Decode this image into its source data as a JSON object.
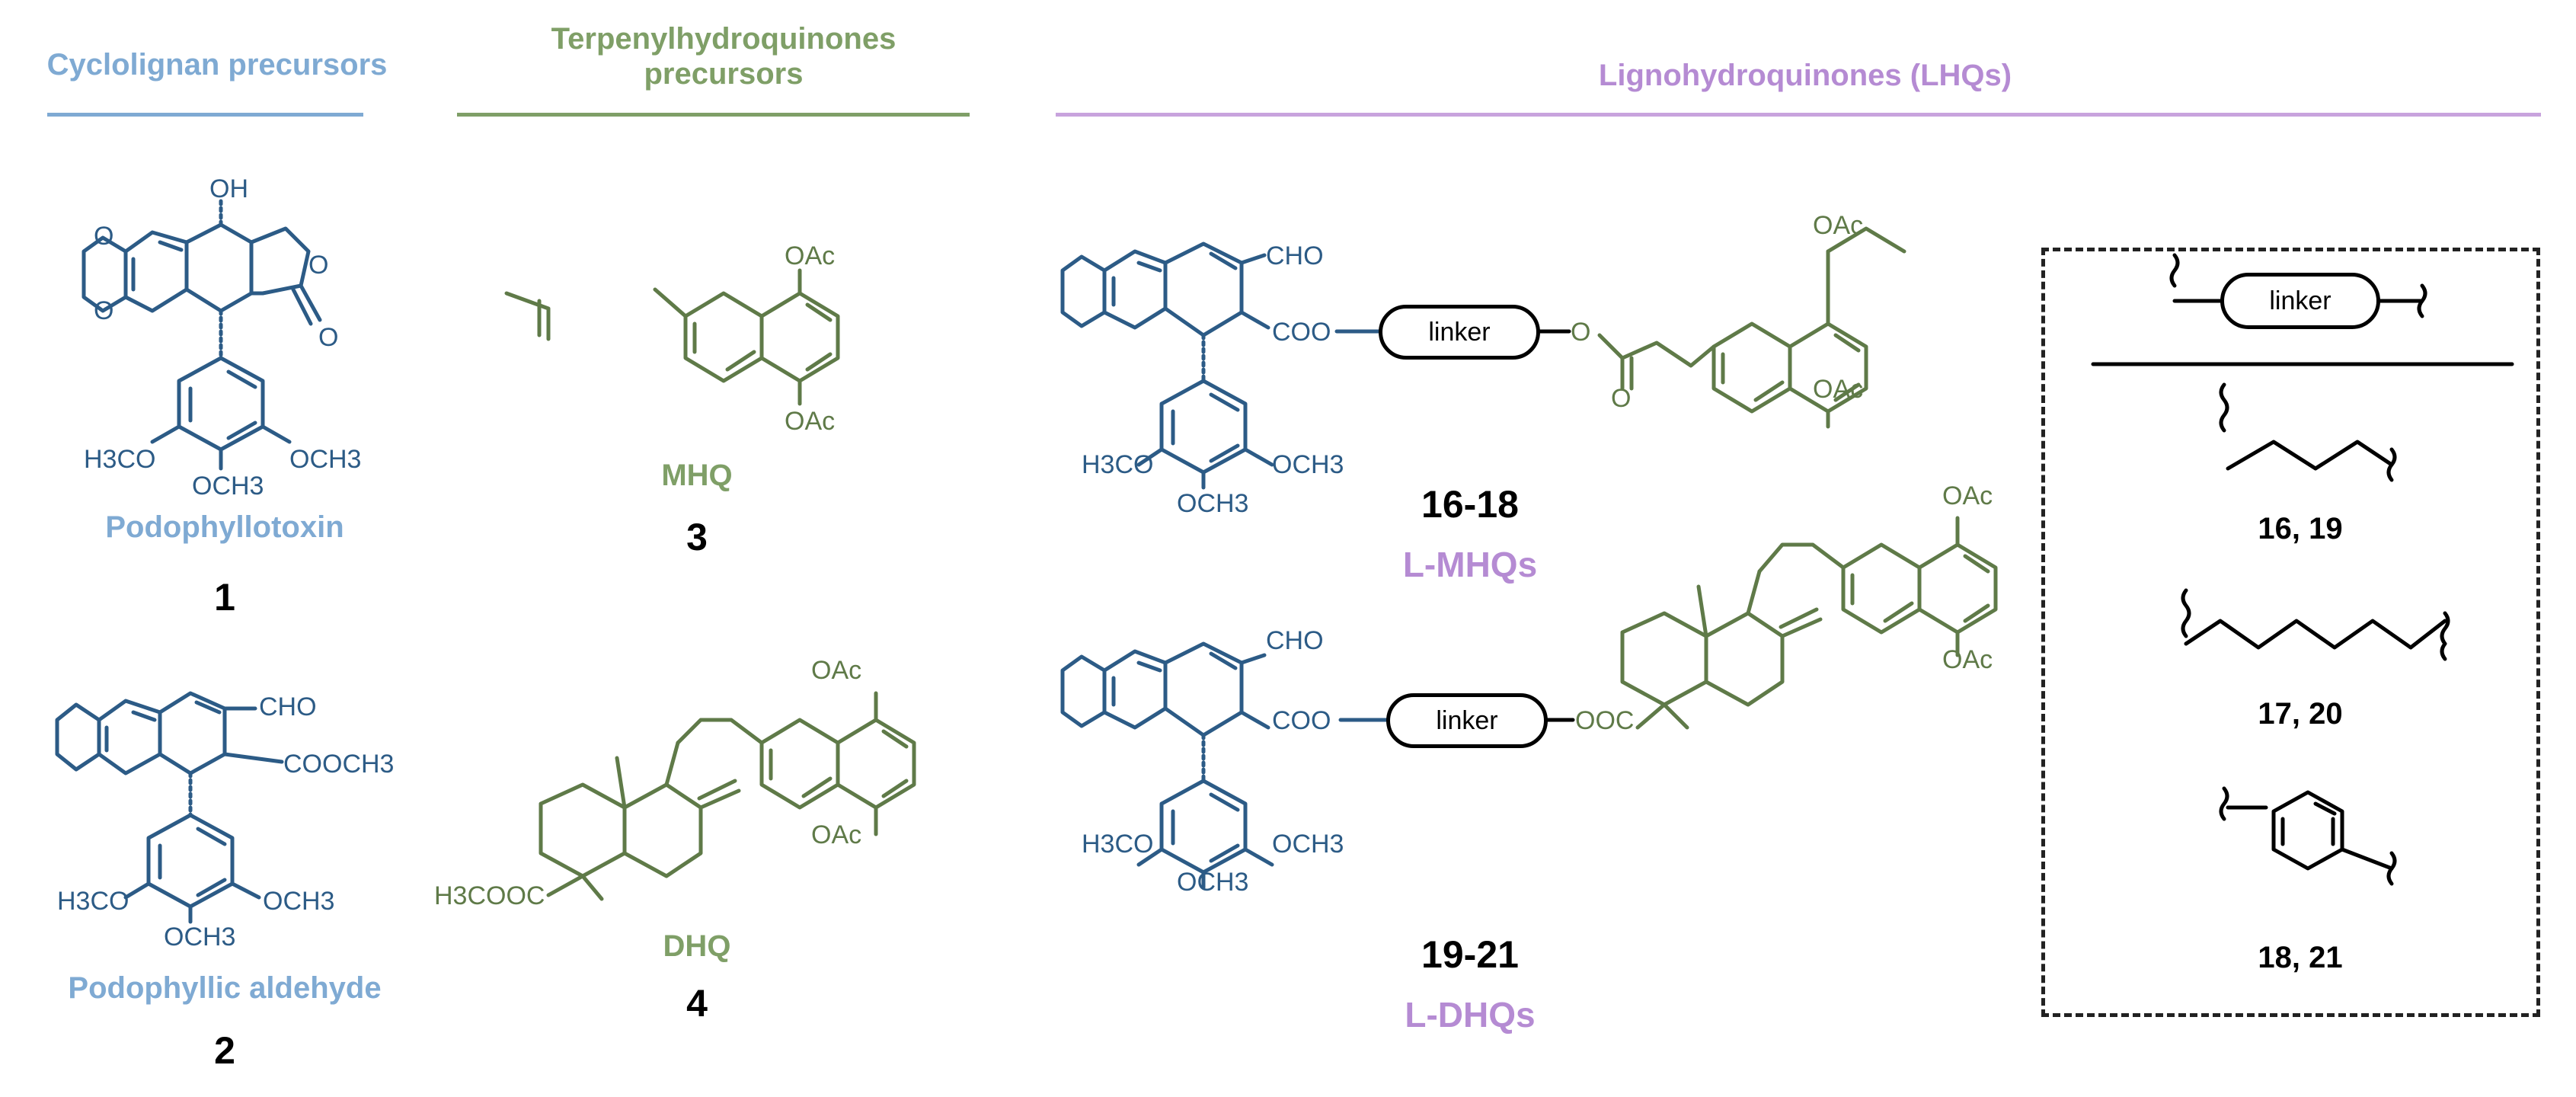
{
  "headers": {
    "cyclolignan": "Cyclolignan precursors",
    "terpenyl_line1": "Terpenylhydroquinones",
    "terpenyl_line2": "precursors",
    "lhq": "Lignohydroquinones (LHQs)"
  },
  "compounds": {
    "c1": {
      "name": "Podophyllotoxin",
      "number": "1"
    },
    "c2": {
      "name": "Podophyllic aldehyde",
      "number": "2"
    },
    "c3": {
      "name": "MHQ",
      "number": "3"
    },
    "c4": {
      "name": "DHQ",
      "number": "4"
    },
    "lmhq": {
      "name": "L-MHQs",
      "number": "16-18"
    },
    "ldhq": {
      "name": "L-DHQs",
      "number": "19-21"
    }
  },
  "atom_labels": {
    "oh": "OH",
    "cho": "CHO",
    "cooch3": "COOCH3",
    "coo": "COO",
    "ooc": "OOC",
    "h3co": "H3CO",
    "och3": "OCH3",
    "oac": "OAc",
    "h3cooc": "H3COOC",
    "o": "O"
  },
  "linker_legend": {
    "linker_label": "linker",
    "entries": [
      "16, 19",
      "17, 20",
      "18, 21"
    ]
  },
  "colors": {
    "cyclolignan": "#2c5b86",
    "cyclolignan_text": "#7faad3",
    "terpenyl": "#5f7a48",
    "terpenyl_text": "#7f9f67",
    "lhq_text": "#b58bd3",
    "lhq_rule": "#c8a3dd",
    "box": "#222222"
  }
}
